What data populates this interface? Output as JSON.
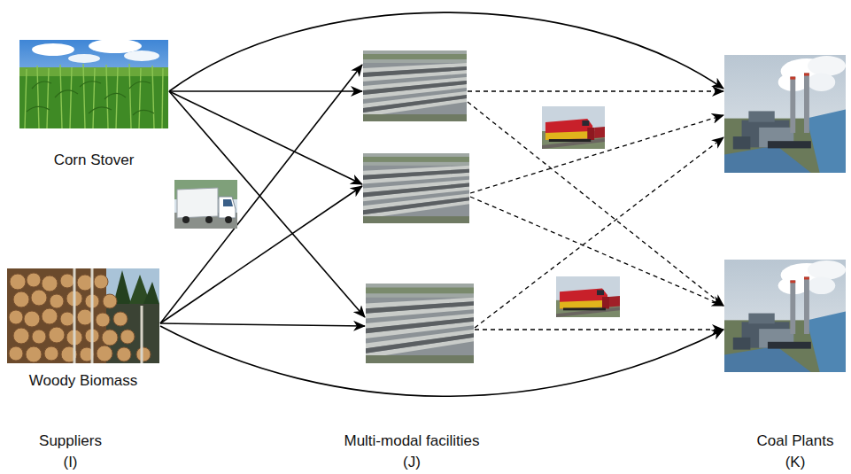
{
  "diagram": {
    "nodes": [
      {
        "text": [
          "Corn Stover"
        ]
      },
      {
        "text": [
          "Woody Biomass"
        ]
      },
      {
        "text": []
      },
      {
        "text": []
      },
      {
        "text": []
      },
      {
        "text": []
      },
      {
        "text": []
      }
    ],
    "edges": [
      {
        "from": 0,
        "to": 5,
        "arrow": "to"
      },
      {
        "from": 0,
        "to": 2,
        "arrow": "to"
      },
      {
        "from": 0,
        "to": 3,
        "arrow": "to"
      },
      {
        "from": 0,
        "to": 4,
        "arrow": "to"
      },
      {
        "from": 1,
        "to": 2,
        "arrow": "to"
      },
      {
        "from": 1,
        "to": 3,
        "arrow": "to"
      },
      {
        "from": 1,
        "to": 4,
        "arrow": "to"
      },
      {
        "from": 1,
        "to": 6,
        "arrow": "to"
      },
      {
        "from": 2,
        "to": 5,
        "arrow": "to"
      },
      {
        "from": 2,
        "to": 6,
        "arrow": "to"
      },
      {
        "from": 3,
        "to": 5,
        "arrow": "to"
      },
      {
        "from": 3,
        "to": 6,
        "arrow": "to"
      },
      {
        "from": 4,
        "to": 5,
        "arrow": "to"
      },
      {
        "from": 4,
        "to": 6,
        "arrow": "to"
      }
    ],
    "labels": [
      "Suppliers (I)",
      "Multi-modal facilities (J)",
      "Coal Plants (K)"
    ]
  }
}
